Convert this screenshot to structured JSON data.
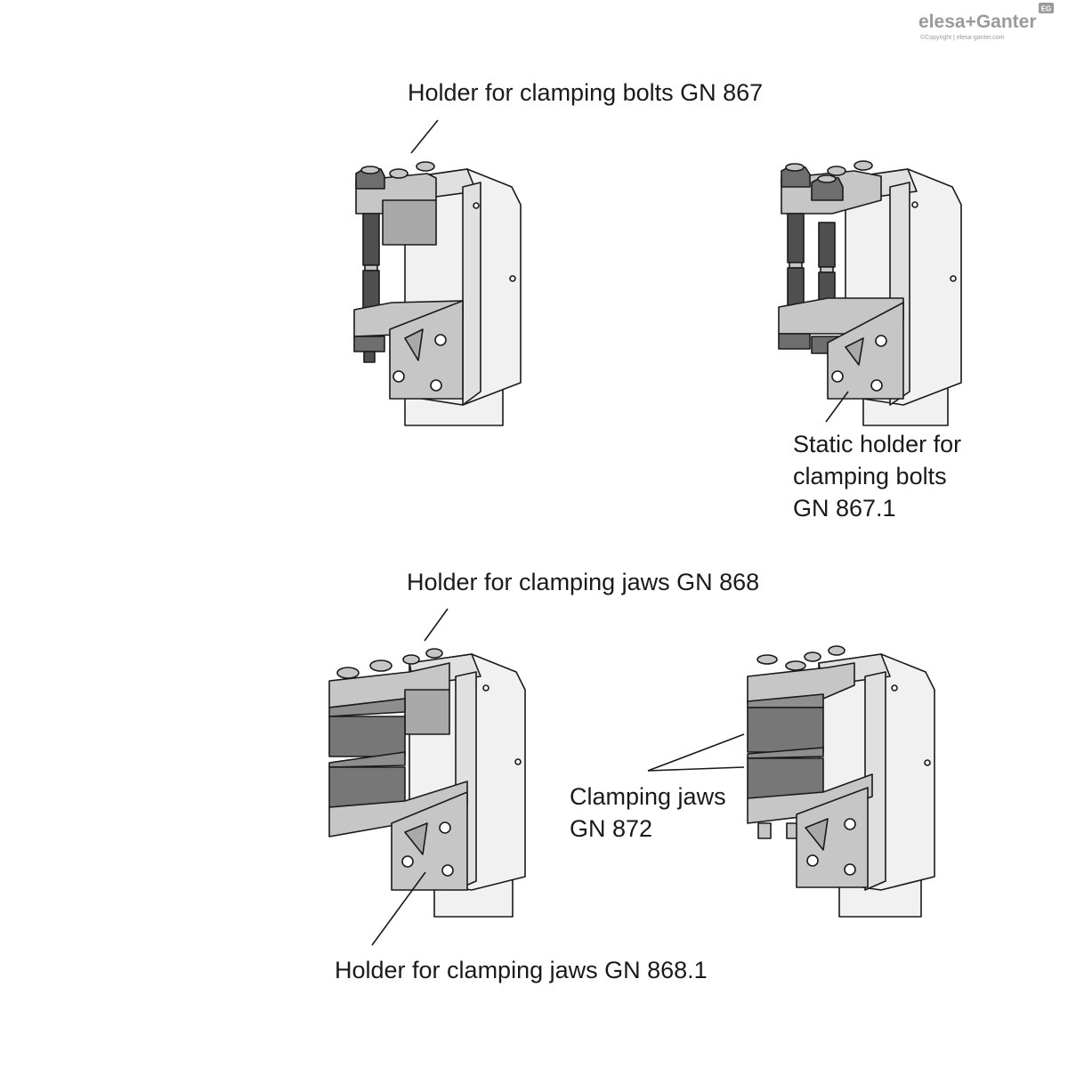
{
  "logo": {
    "brand": "elesa+Ganter",
    "badge": "EG",
    "copyright": "©Copyright | elesa-ganter.com"
  },
  "labels": {
    "holder_bolts": "Holder for clamping bolts GN 867",
    "static_holder_line1": "Static holder for",
    "static_holder_line2": "clamping bolts",
    "static_holder_line3": "GN 867.1",
    "holder_jaws": "Holder for clamping jaws GN 868",
    "clamping_jaws_line1": "Clamping jaws",
    "clamping_jaws_line2": "GN 872",
    "holder_jaws_static": "Holder for clamping jaws GN 868.1"
  },
  "colors": {
    "ink": "#1a1a1a",
    "body": "#f1f1f1",
    "metal": "#c6c6c6",
    "jaw": "#777777"
  }
}
